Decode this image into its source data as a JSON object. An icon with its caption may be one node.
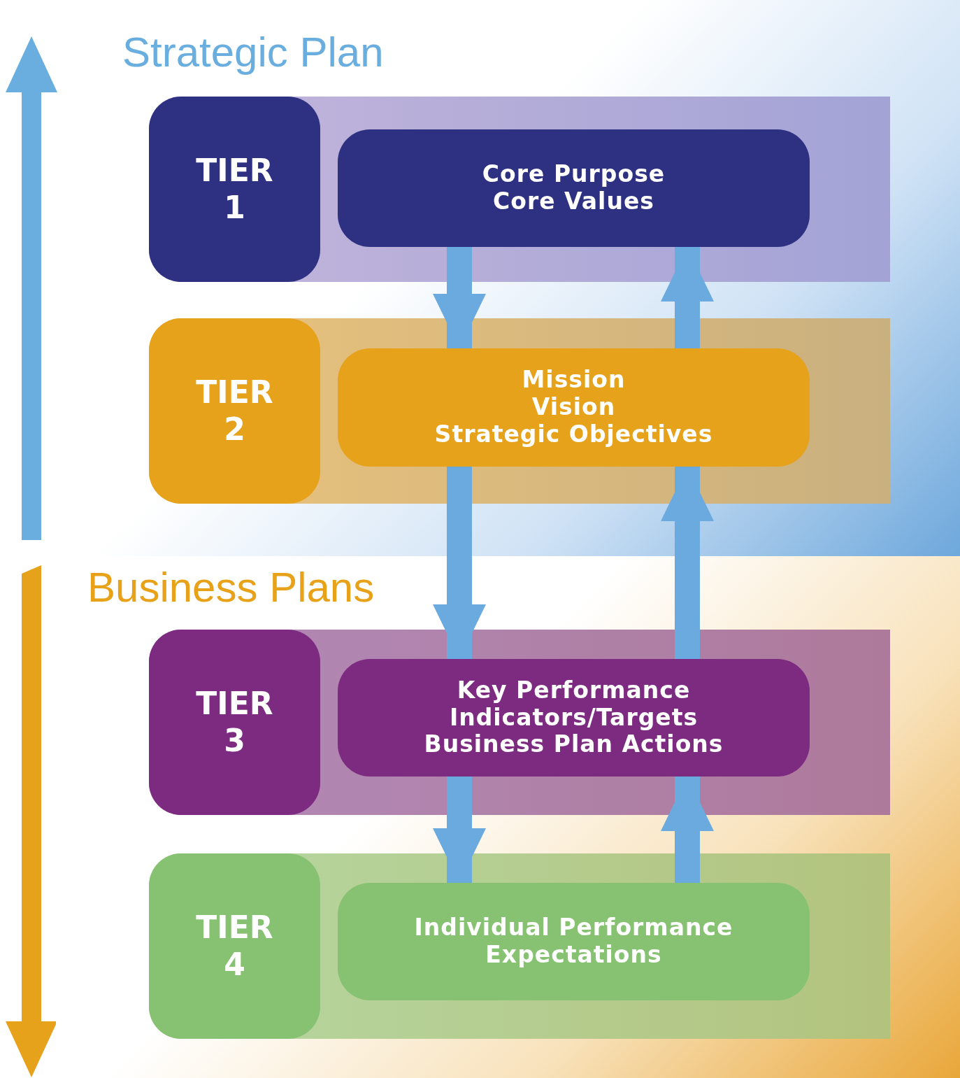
{
  "diagram": {
    "nodes": [
      {
        "text": [
          "Strategic Plan"
        ]
      },
      {
        "text": [],
        "shape": "band",
        "in": 0
      },
      {
        "text": [
          "TIER 1"
        ],
        "in": 1
      },
      {
        "text": [
          "Core Purpose",
          "Core Values"
        ],
        "in": 1
      },
      {
        "text": [],
        "shape": "band",
        "in": 0
      },
      {
        "text": [
          "TIER 2"
        ],
        "in": 4
      },
      {
        "text": [
          "Mission",
          "Vision",
          "Strategic Objectives"
        ],
        "in": 4
      },
      {
        "text": [
          "Business Plans"
        ]
      },
      {
        "text": [],
        "shape": "band",
        "in": 7
      },
      {
        "text": [
          "TIER 3"
        ],
        "in": 8
      },
      {
        "text": [
          "Key Performance Indicators/Targets",
          "Business Plan Actions"
        ],
        "in": 8
      },
      {
        "text": [],
        "shape": "band",
        "in": 7
      },
      {
        "text": [
          "TIER 4"
        ],
        "in": 11
      },
      {
        "text": [
          "Individual Performance Expectations"
        ],
        "in": 11
      }
    ],
    "edges": [
      {
        "from": 3,
        "to": 6,
        "arrow": "to"
      },
      {
        "from": 6,
        "to": 3,
        "arrow": "to"
      },
      {
        "from": 6,
        "to": 10,
        "arrow": "to"
      },
      {
        "from": 10,
        "to": 6,
        "arrow": "to"
      },
      {
        "from": 10,
        "to": 13,
        "arrow": "to"
      },
      {
        "from": 13,
        "to": 10,
        "arrow": "to"
      }
    ]
  }
}
